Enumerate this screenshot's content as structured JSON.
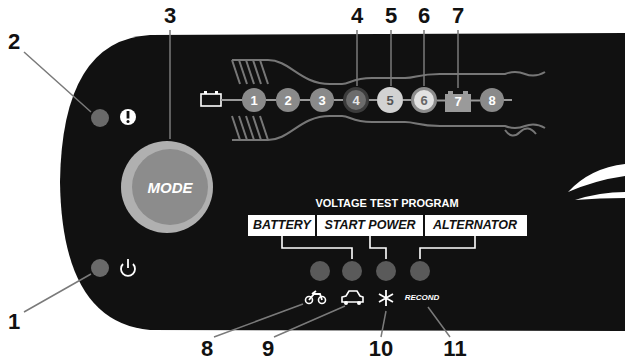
{
  "diagram": {
    "nodes": [
      {
        "text": [
          "MODE"
        ]
      },
      {
        "text": [
          "1"
        ]
      },
      {
        "text": [
          "2"
        ]
      },
      {
        "text": [
          "3"
        ]
      },
      {
        "text": [
          "4"
        ]
      },
      {
        "text": [
          "5"
        ]
      },
      {
        "text": [
          "6"
        ]
      },
      {
        "text": [
          "7"
        ]
      },
      {
        "text": [
          "8"
        ]
      }
    ],
    "edges": [
      {
        "from": 1,
        "to": 2,
        "arrow": "none"
      },
      {
        "from": 2,
        "to": 3,
        "arrow": "none"
      },
      {
        "from": 3,
        "to": 4,
        "arrow": "none"
      },
      {
        "from": 4,
        "to": 5,
        "arrow": "none"
      },
      {
        "from": 5,
        "to": 6,
        "arrow": "none"
      },
      {
        "from": 6,
        "to": 7,
        "arrow": "none"
      },
      {
        "from": 7,
        "to": 8,
        "arrow": "none"
      }
    ],
    "labels": [
      "2",
      "3",
      "4",
      "5",
      "6",
      "7",
      "VOLTAGE TEST PROGRAM",
      "BATTERY",
      "START POWER",
      "ALTERNATOR",
      "RECOND",
      "1",
      "8",
      "9",
      "10",
      "11"
    ]
  }
}
